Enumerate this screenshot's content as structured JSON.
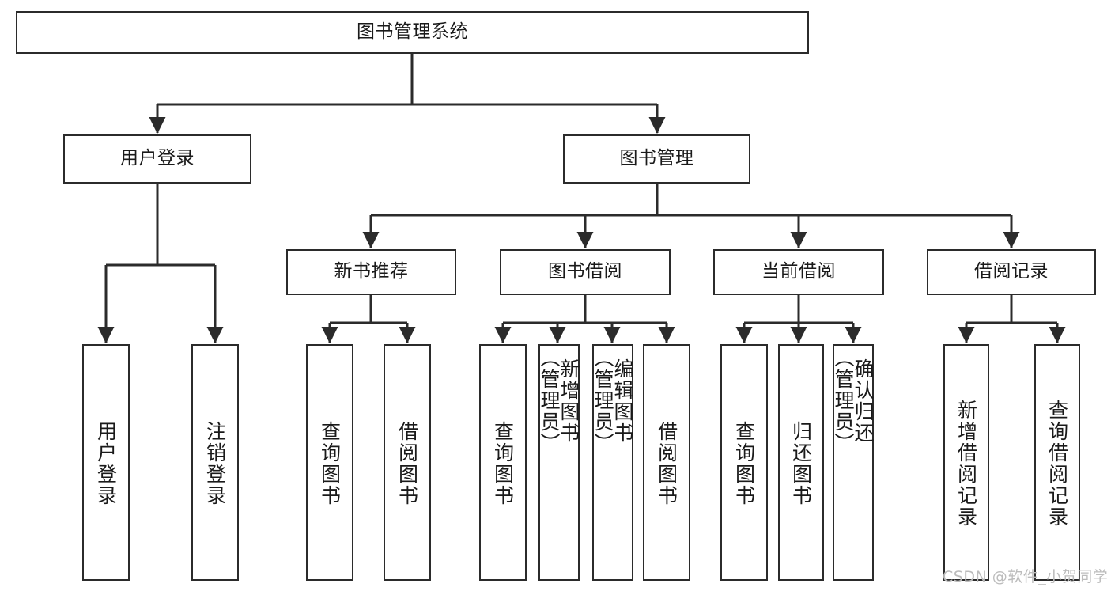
{
  "diagram": {
    "title": "图书管理系统",
    "type": "tree-hierarchy-diagram",
    "colors": {
      "box_border": "#2b2b2b",
      "box_fill": "#ffffff",
      "connector": "#2b2b2b",
      "text": "#1a1a1a",
      "watermark": "#bcbcbc",
      "background": "#ffffff"
    },
    "root": {
      "label": "图书管理系统"
    },
    "level2": [
      {
        "label": "用户登录"
      },
      {
        "label": "图书管理"
      }
    ],
    "level3": [
      {
        "label": "新书推荐"
      },
      {
        "label": "图书借阅"
      },
      {
        "label": "当前借阅"
      },
      {
        "label": "借阅记录"
      }
    ],
    "leaves": {
      "user_login": [
        {
          "label": "用户登录"
        },
        {
          "label": "注销登录"
        }
      ],
      "new_book_recommend": [
        {
          "label": "查询图书"
        },
        {
          "label": "借阅图书"
        }
      ],
      "book_borrow": [
        {
          "label": "查询图书"
        },
        {
          "label": "新增图书\n（管理员）"
        },
        {
          "label": "编辑图书\n（管理员）"
        },
        {
          "label": "借阅图书"
        }
      ],
      "current_borrow": [
        {
          "label": "查询图书"
        },
        {
          "label": "归还图书"
        },
        {
          "label": "确认归还\n（管理员）"
        }
      ],
      "borrow_record": [
        {
          "label": "新增借阅记录"
        },
        {
          "label": "查询借阅记录"
        }
      ]
    }
  },
  "watermark": {
    "text": "CSDN @软件_小贺同学"
  }
}
